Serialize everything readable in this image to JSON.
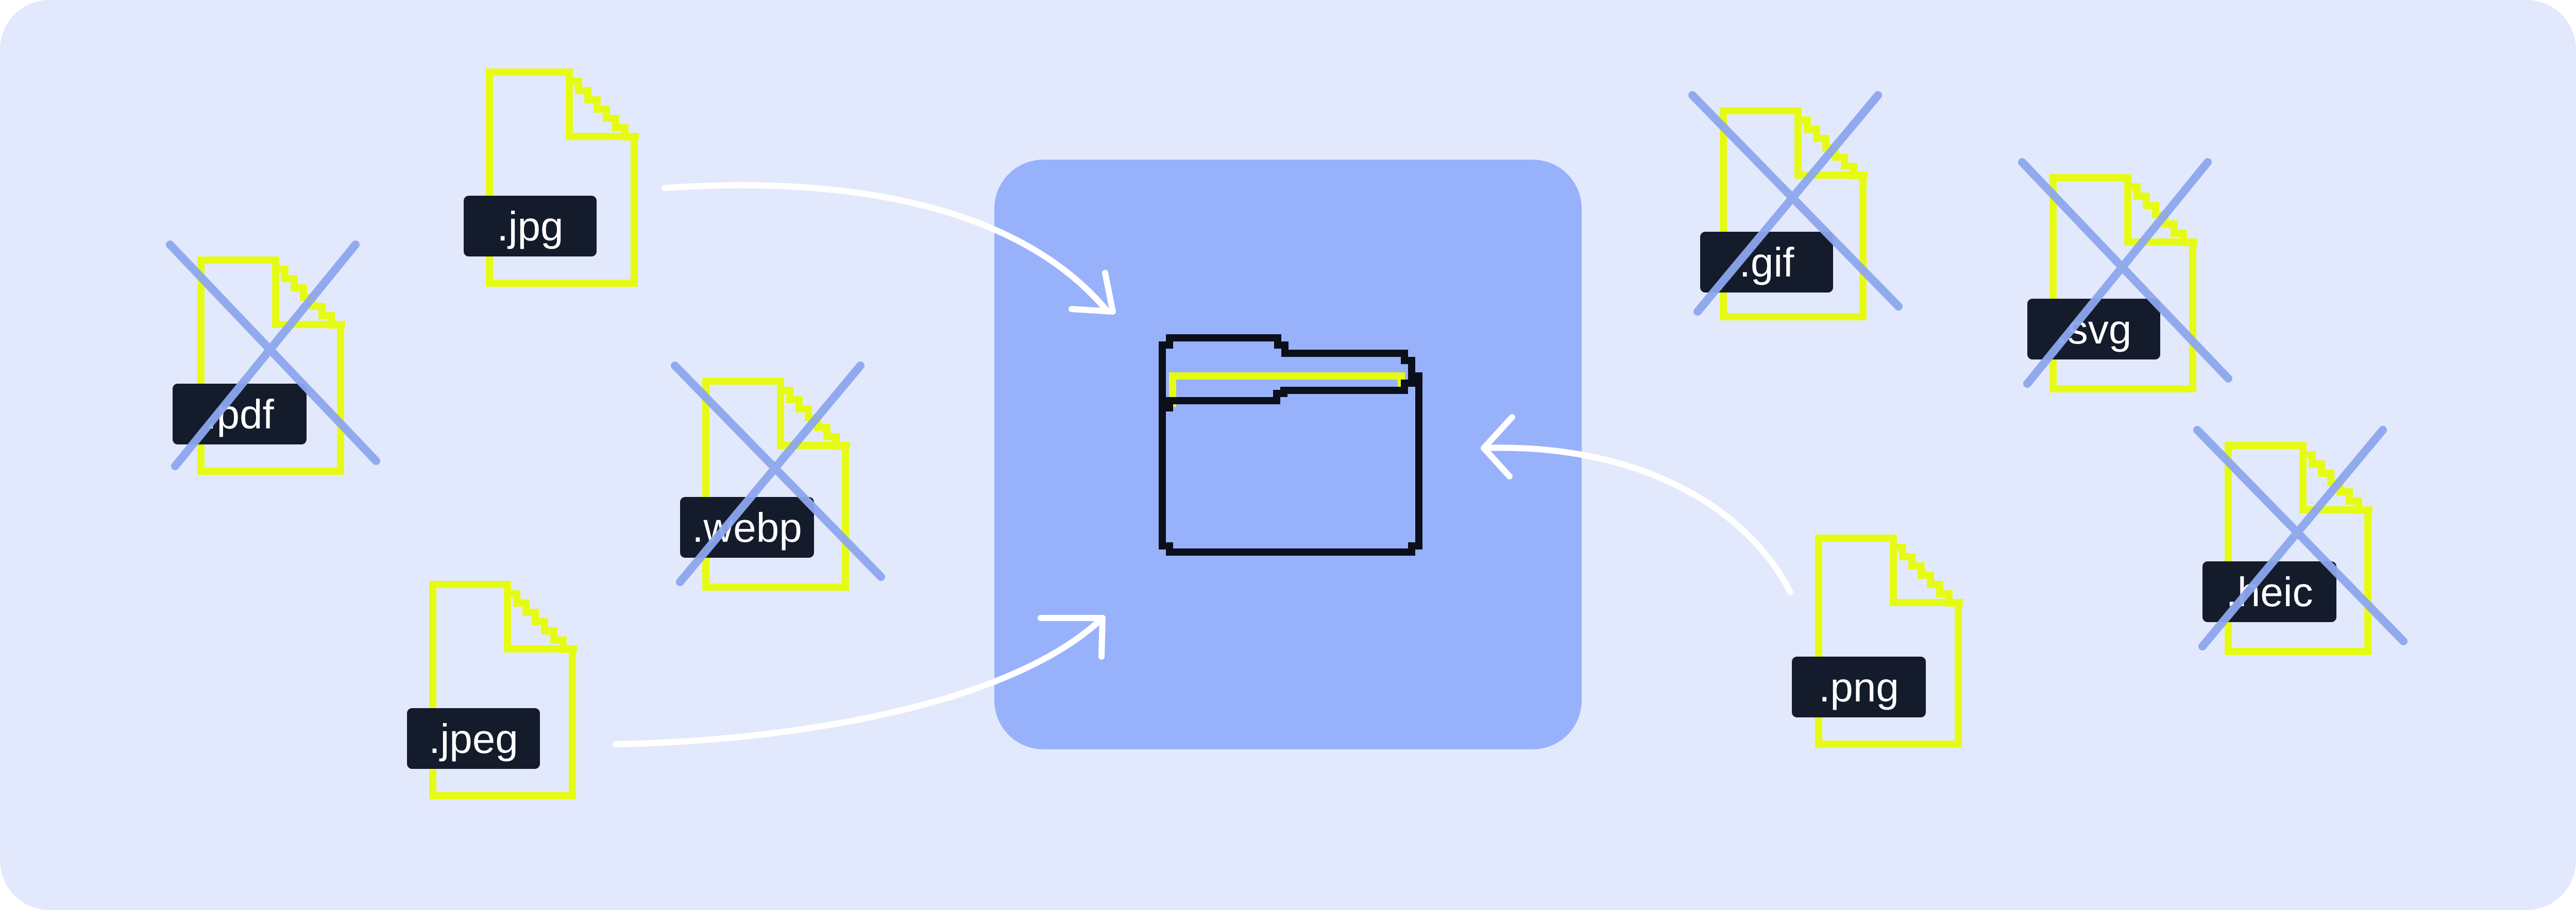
{
  "colors": {
    "background": "#e3e9fc",
    "drop_zone": "#98b1fb",
    "file_outline": "#e6fb14",
    "label_bg": "#141b2b",
    "label_text": "#ffffff",
    "cross": "#8da7ee",
    "arrow": "#ffffff",
    "folder_outline": "#0b0f1a",
    "folder_accent": "#e6fb14"
  },
  "drop_zone": {
    "icon": "folder-icon"
  },
  "files": [
    {
      "id": "jpg",
      "label": ".jpg",
      "accepted": true,
      "icon": "file-icon"
    },
    {
      "id": "pdf",
      "label": ".pdf",
      "accepted": false,
      "icon": "file-icon"
    },
    {
      "id": "webp",
      "label": ".webp",
      "accepted": false,
      "icon": "file-icon"
    },
    {
      "id": "jpeg",
      "label": ".jpeg",
      "accepted": true,
      "icon": "file-icon"
    },
    {
      "id": "gif",
      "label": ".gif",
      "accepted": false,
      "icon": "file-icon"
    },
    {
      "id": "svg",
      "label": ".svg",
      "accepted": false,
      "icon": "file-icon"
    },
    {
      "id": "heic",
      "label": ".heic",
      "accepted": false,
      "icon": "file-icon"
    },
    {
      "id": "png",
      "label": ".png",
      "accepted": true,
      "icon": "file-icon"
    }
  ]
}
